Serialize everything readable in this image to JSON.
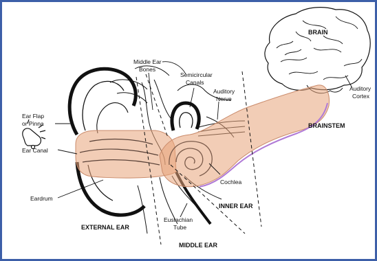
{
  "diagram": {
    "labels": {
      "brain": "BRAIN",
      "auditory_cortex_1": "Auditory",
      "auditory_cortex_2": "Cortex",
      "brainstem": "BRAINSTEM",
      "middle_ear_bones_1": "Middle Ear",
      "middle_ear_bones_2": "Bones",
      "semicircular_canals_1": "Semicircular",
      "semicircular_canals_2": "Canals",
      "auditory_nerve_1": "Auditory",
      "auditory_nerve_2": "Nerve",
      "ear_flap_1": "Ear Flap",
      "ear_flap_2": "or Pinna",
      "ear_canal": "Ear Canal",
      "eardrum": "Eardrum",
      "cochlea": "Cochlea",
      "inner_ear": "INNER EAR",
      "eustachian_tube_1": "Eustachian",
      "eustachian_tube_2": "Tube",
      "external_ear": "EXTERNAL EAR",
      "middle_ear": "MIDDLE EAR"
    },
    "colors": {
      "frame": "#3d5fa8",
      "overlay": "#e8a47a",
      "overlay_edge": "#c98a6a",
      "violet_edge": "#b07ad6",
      "line": "#111111"
    }
  }
}
